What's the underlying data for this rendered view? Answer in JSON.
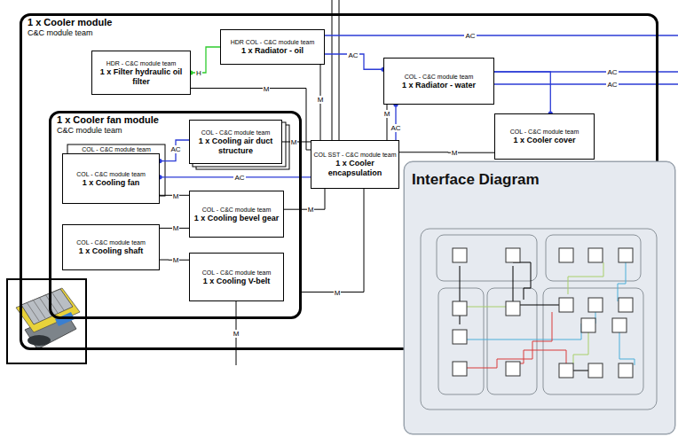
{
  "diagram": {
    "nodes": [
      {
        "text": [
          "1 x Cooler module",
          "C&C module team"
        ]
      },
      {
        "text": [
          "HDR - C&C module team",
          "1 x Filter hydraulic oil filter"
        ],
        "in": 0
      },
      {
        "text": [
          "HDR COL - C&C module team",
          "1 x Radiator - oil"
        ],
        "in": 0
      },
      {
        "text": [
          "COL - C&C module team",
          "1 x Radiator - water"
        ],
        "in": 0
      },
      {
        "text": [
          "1 x Cooler fan module",
          "C&C module team"
        ],
        "in": 0
      },
      {
        "text": [
          "COL - C&C module team",
          "1 x Cooling air duct structure"
        ],
        "in": 4
      },
      {
        "text": [
          "COL - C&C module team",
          "1 x Cooling fan"
        ],
        "in": 4
      },
      {
        "text": [
          "COL - C&C module team",
          "1 x Cooling bevel gear"
        ],
        "in": 4
      },
      {
        "text": [
          "COL - C&C module team",
          "1 x Cooling shaft"
        ],
        "in": 4
      },
      {
        "text": [
          "COL - C&C module team",
          "1 x Cooling V-belt"
        ],
        "in": 4
      },
      {
        "text": [
          "COL SST - C&C module team",
          "1 x Cooler encapsulation"
        ],
        "in": 0
      },
      {
        "text": [
          "COL - C&C module team",
          "1 x Cooler cover"
        ],
        "in": 0
      },
      {
        "text": [
          "Interface Diagram"
        ]
      }
    ],
    "edges": [
      {
        "from": 1,
        "to": 2,
        "label": "H",
        "arrow": "none"
      },
      {
        "from": 1,
        "to": 10,
        "label": "M",
        "arrow": "none"
      },
      {
        "from": 2,
        "to": 10,
        "label": "M",
        "arrow": "none"
      },
      {
        "from": 2,
        "to": 3,
        "label": "AC",
        "arrow": "none"
      },
      {
        "from": 3,
        "to": 10,
        "label": "M",
        "arrow": "none"
      },
      {
        "from": 3,
        "to": 10,
        "label": "AC",
        "arrow": "none"
      },
      {
        "from": 3,
        "to": 11,
        "arrow": "none"
      },
      {
        "from": 10,
        "to": 11,
        "label": "M",
        "arrow": "none"
      },
      {
        "from": 6,
        "to": 5,
        "label": "AC",
        "arrow": "none"
      },
      {
        "from": 6,
        "to": 10,
        "label": "AC",
        "arrow": "none"
      },
      {
        "from": 6,
        "to": 7,
        "label": "M",
        "arrow": "none"
      },
      {
        "from": 8,
        "to": 7,
        "label": "M",
        "arrow": "none"
      },
      {
        "from": 8,
        "to": 9,
        "label": "M",
        "arrow": "none"
      },
      {
        "from": 7,
        "to": 10,
        "label": "M",
        "arrow": "none"
      },
      {
        "from": 5,
        "to": 10,
        "label": "M",
        "arrow": "none"
      },
      {
        "from": 4,
        "to": 10,
        "label": "M",
        "arrow": "none"
      }
    ],
    "labels": [
      "COL - C&C module team",
      "AC",
      "AC",
      "AC",
      "M"
    ]
  }
}
